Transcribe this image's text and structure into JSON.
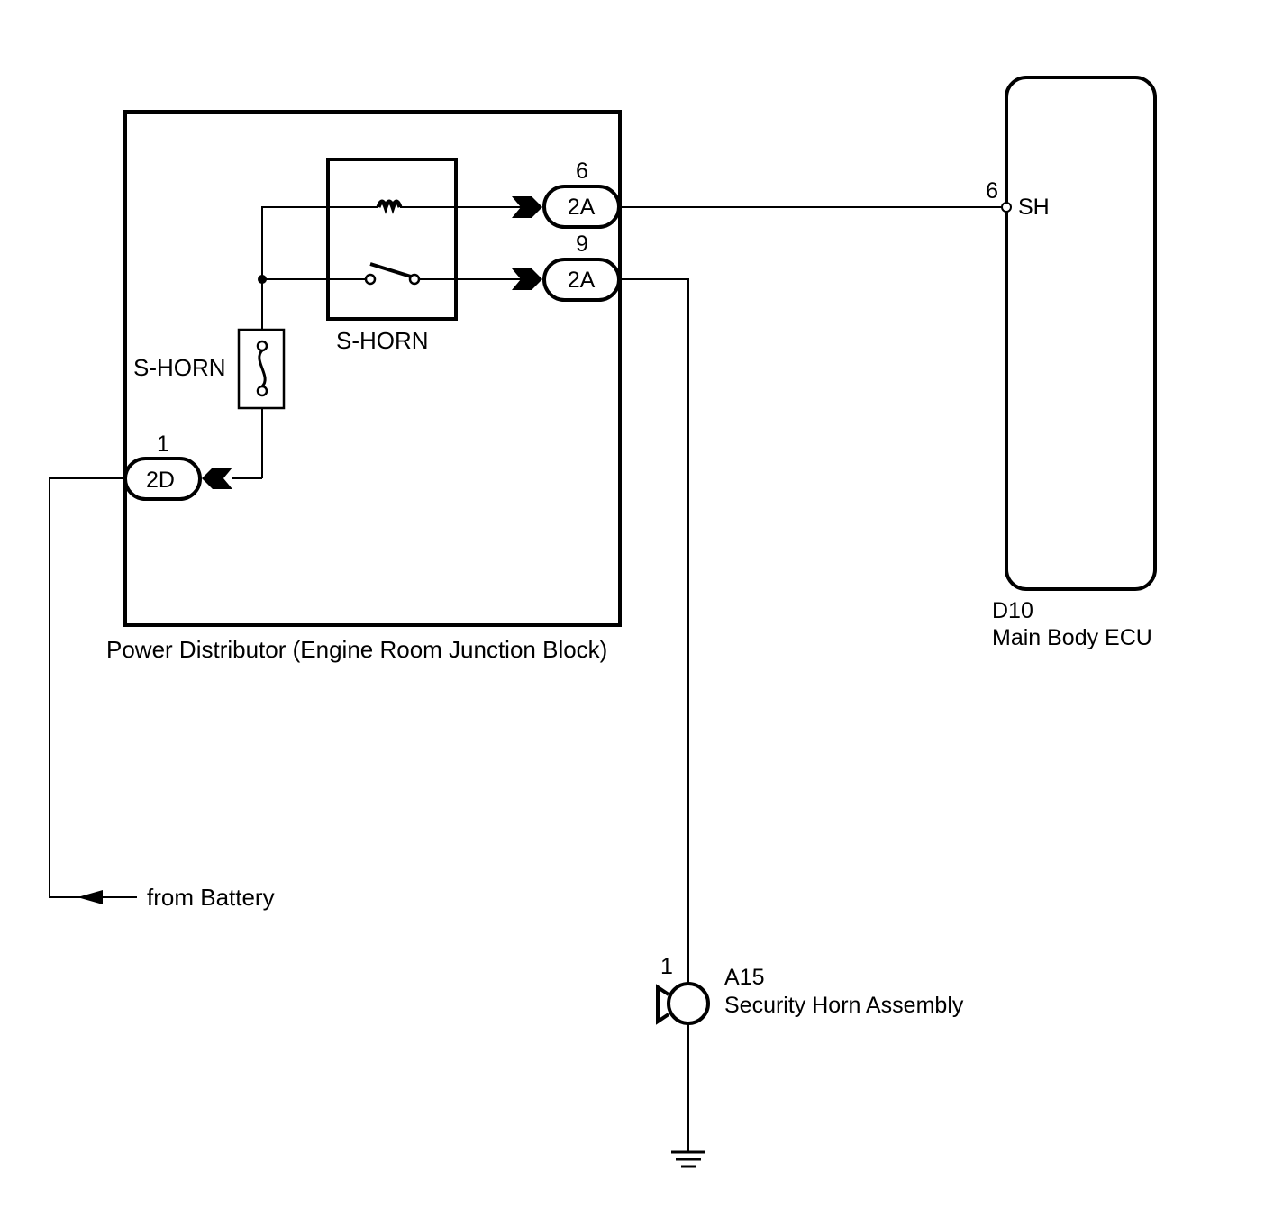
{
  "power_distributor": {
    "name": "Power Distributor (Engine Room Junction Block)",
    "relay_label": "S-HORN",
    "fuse_label": "S-HORN",
    "connector_2a_top": {
      "code": "2A",
      "pin": "6"
    },
    "connector_2a_bottom": {
      "code": "2A",
      "pin": "9"
    },
    "connector_2d": {
      "code": "2D",
      "pin": "1"
    }
  },
  "ecu": {
    "code": "D10",
    "name": "Main Body ECU",
    "pin": "6",
    "terminal": "SH"
  },
  "horn": {
    "code": "A15",
    "name": "Security Horn Assembly",
    "pin": "1"
  },
  "battery": {
    "label": "from Battery"
  }
}
